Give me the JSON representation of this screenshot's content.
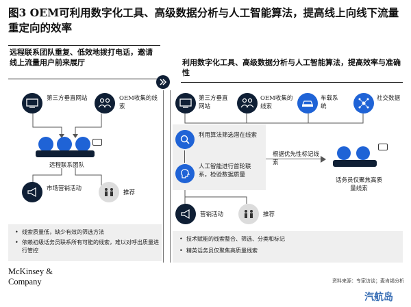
{
  "title": "图3 OEM可利用数字化工具、高级数据分析与人工智能算法，提高线上向线下流量重定向的效率",
  "left": {
    "heading": "远程联系团队重复、低效地拨打电话，邀请线上流量用户前来展厅",
    "website_label": "第三方垂直网站",
    "oem_label": "OEM收集的线索",
    "team_label": "远程联系团队",
    "marketing_label": "市场营销活动",
    "referral_label": "推荐",
    "bullets": [
      "线索质量低，缺少有效的筛选方法",
      "依赖初级话务员联系所有可能的线索，难以对呼出质量进行管控"
    ]
  },
  "right": {
    "heading": "利用数字化工具、高级数据分析与人工智能算法，提高效率与准确性",
    "website_label": "第三方垂直网站",
    "oem_label": "OEM收集的线索",
    "car_label": "车载系统",
    "social_label": "社交数据",
    "algo_label": "利用算法筛选潜在线索",
    "ai_label": "人工智能进行首轮联系，检验数据质量",
    "priority_label": "根据优先性标记线索",
    "agents_label": "话务员仅聚焦高质量线索",
    "marketing_label": "营销活动",
    "referral_label": "推荐",
    "bullets": [
      "技术赋能的线索整合、筛选、分类和标记",
      "精英话务员仅聚焦高质量线索"
    ]
  },
  "logo": "McKinsey & Company",
  "source": "资料来源：专家访谈；麦肯锡分析",
  "watermark": "汽航岛",
  "colors": {
    "navy": "#0f1f35",
    "blue": "#1f63d6",
    "gray": "#efefef"
  }
}
